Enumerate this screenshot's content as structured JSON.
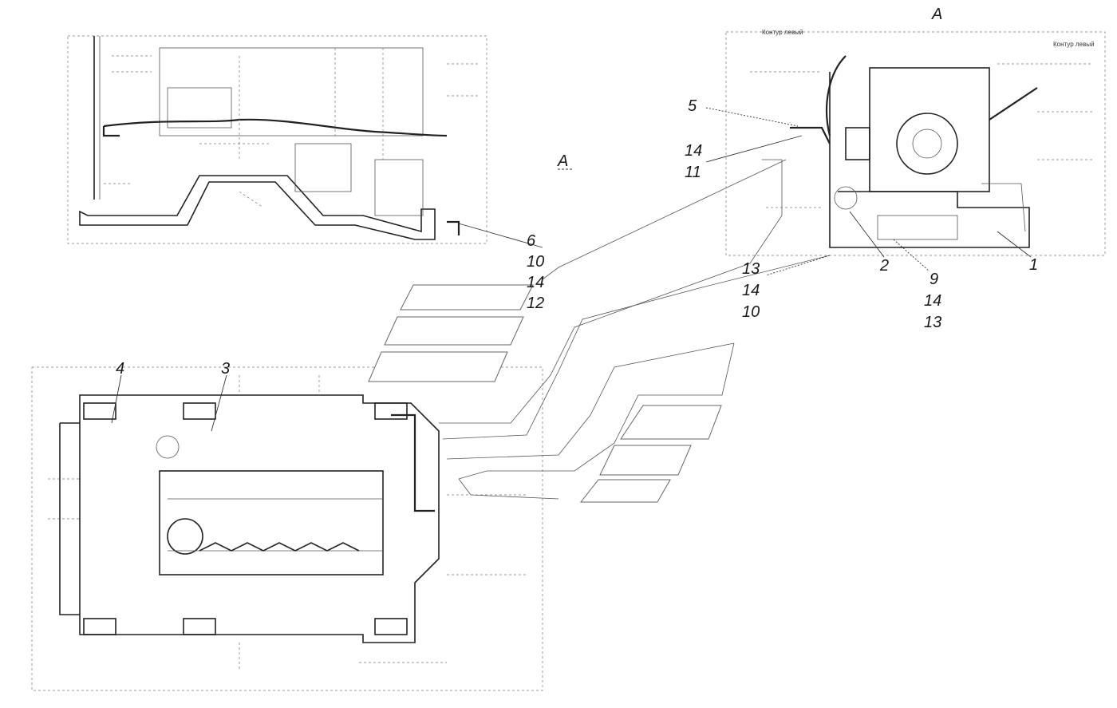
{
  "view_label_top": "A",
  "view_label_side": "A",
  "view_a_notes": {
    "left": "Контур левый",
    "right": "Контур левый"
  },
  "callouts": {
    "c5": "5",
    "c14a": "14",
    "c11": "11",
    "c6": "6",
    "c10a": "10",
    "c14b": "14",
    "c12": "12",
    "c13a": "13",
    "c14c": "14",
    "c10b": "10",
    "c2": "2",
    "c9": "9",
    "c14d": "14",
    "c13b": "13",
    "c1": "1",
    "c4": "4",
    "c3": "3"
  }
}
